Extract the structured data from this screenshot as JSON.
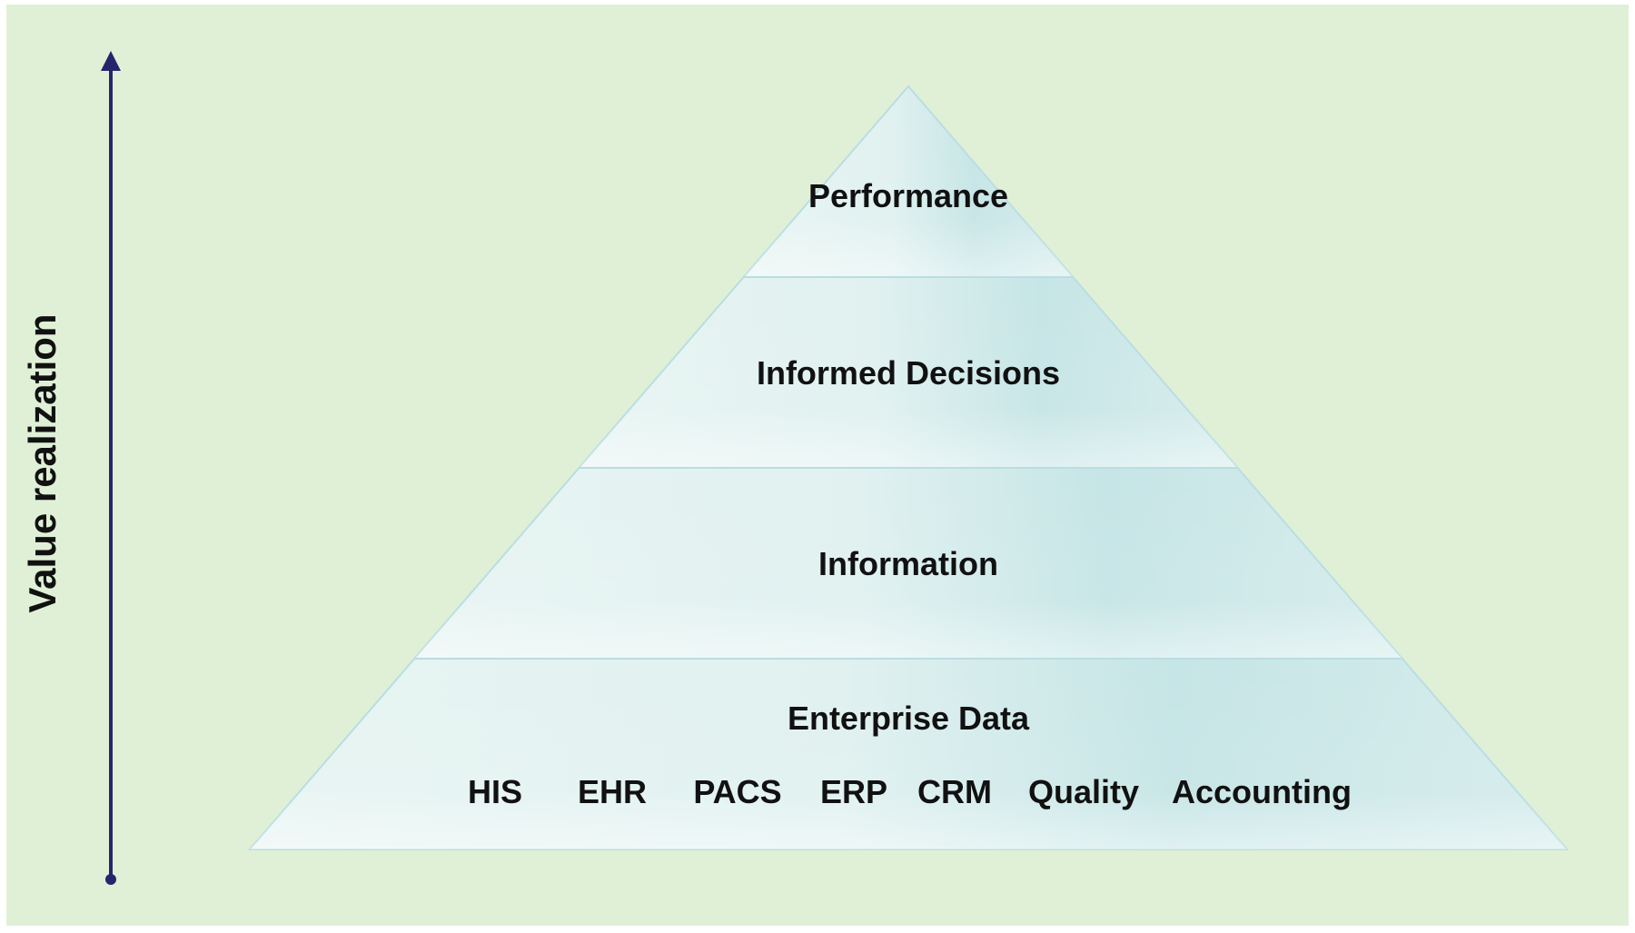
{
  "diagram": {
    "axis": {
      "label": "Value realization"
    },
    "tiers": [
      {
        "label": "Performance"
      },
      {
        "label": "Informed Decisions"
      },
      {
        "label": "Information"
      },
      {
        "label": "Enterprise Data"
      }
    ],
    "data_sources": [
      "HIS",
      "EHR",
      "PACS",
      "ERP",
      "CRM",
      "Quality",
      "Accounting"
    ],
    "colors": {
      "background": "#dff0d6",
      "pyramid_light": "#e6f4f2",
      "pyramid_shade": "#bfe1e2",
      "pyramid_stroke": "#b9dde3",
      "arrow": "#25256e"
    }
  }
}
